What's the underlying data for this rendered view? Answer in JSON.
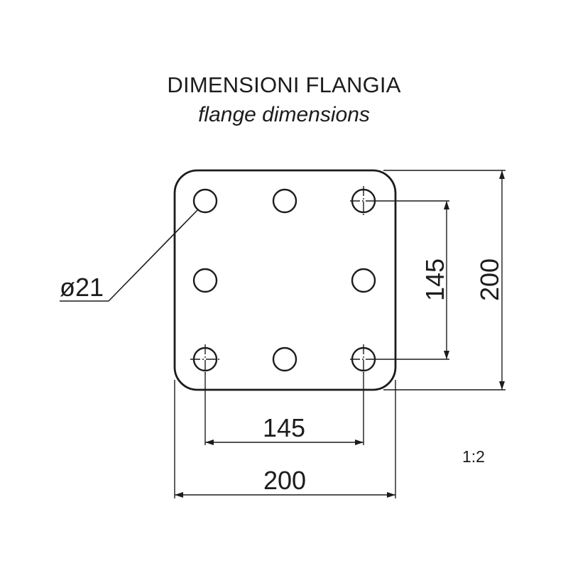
{
  "title": "DIMENSIONI FLANGIA",
  "subtitle": "flange dimensions",
  "hole_label": "ø21",
  "dimensions": {
    "hole_spacing_horizontal": "145",
    "hole_spacing_vertical": "145",
    "plate_width": "200",
    "plate_height": "200"
  },
  "scale": "1:2",
  "colors": {
    "line": "#1c1c1c",
    "background": "#ffffff"
  }
}
